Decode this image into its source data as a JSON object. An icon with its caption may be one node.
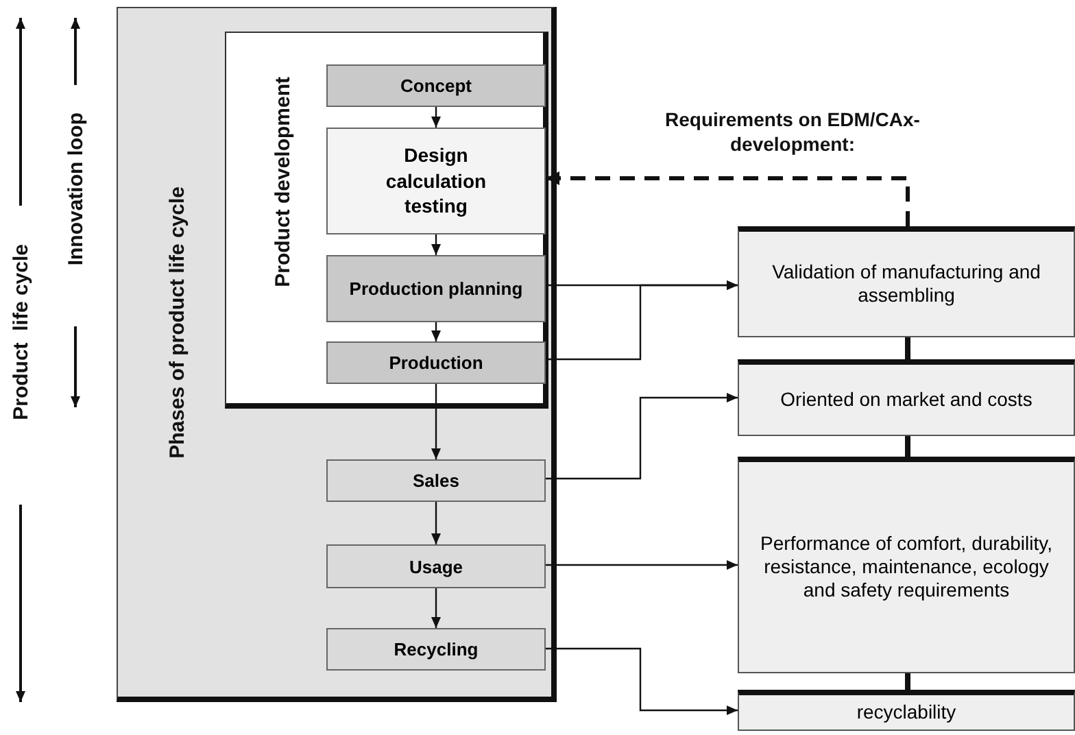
{
  "diagram": {
    "nodes": [
      {
        "text": [
          "Phases of product life cycle"
        ]
      },
      {
        "text": [
          "Product development"
        ],
        "in": 0
      },
      {
        "text": [
          "Concept"
        ],
        "in": 1
      },
      {
        "text": [
          "Design calculation testing"
        ],
        "in": 1
      },
      {
        "text": [
          "Production planning"
        ],
        "in": 1
      },
      {
        "text": [
          "Production"
        ],
        "in": 1
      },
      {
        "text": [
          "Sales"
        ],
        "in": 0
      },
      {
        "text": [
          "Usage"
        ],
        "in": 0
      },
      {
        "text": [
          "Recycling"
        ],
        "in": 0
      },
      {
        "text": [
          "Validation of manufacturing and assembling"
        ]
      },
      {
        "text": [
          "Oriented on market and costs"
        ]
      },
      {
        "text": [
          "Performance of comfort, durability, resistance, maintenance, ecology and safety requirements"
        ]
      },
      {
        "text": [
          "recyclability"
        ]
      }
    ],
    "edges": [
      {
        "from": 2,
        "to": 3,
        "arrow": "to"
      },
      {
        "from": 3,
        "to": 4,
        "arrow": "to"
      },
      {
        "from": 4,
        "to": 5,
        "arrow": "to"
      },
      {
        "from": 5,
        "to": 6,
        "arrow": "to"
      },
      {
        "from": 6,
        "to": 7,
        "arrow": "to"
      },
      {
        "from": 7,
        "to": 8,
        "arrow": "to"
      },
      {
        "from": 4,
        "to": 9,
        "arrow": "to"
      },
      {
        "from": 5,
        "to": 9,
        "arrow": "to"
      },
      {
        "from": 6,
        "to": 10,
        "arrow": "to"
      },
      {
        "from": 7,
        "to": 11,
        "arrow": "to"
      },
      {
        "from": 8,
        "to": 12,
        "arrow": "to"
      },
      {
        "from": 9,
        "to": 3,
        "arrow": "to",
        "style": "dashed"
      },
      {
        "from": 9,
        "to": 10,
        "arrow": "none",
        "style": "thick"
      },
      {
        "from": 10,
        "to": 11,
        "arrow": "none",
        "style": "thick"
      },
      {
        "from": 11,
        "to": 12,
        "arrow": "none",
        "style": "thick"
      }
    ],
    "labels": [
      "Product  life cycle",
      "Innovation loop",
      "Requirements on EDM/CAx-development:"
    ]
  }
}
